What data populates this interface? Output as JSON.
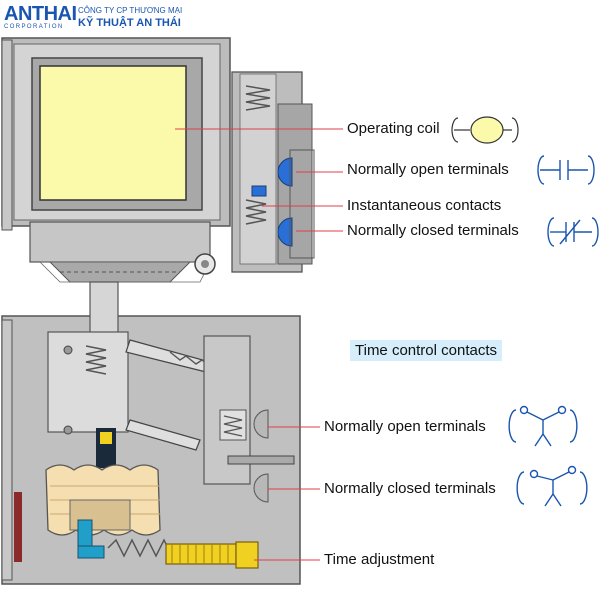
{
  "brand": {
    "logo_text": "ANTHAI",
    "corporation": "CORPORATION",
    "company_line1": "CÔNG TY CP THƯƠNG MẠI",
    "company_line2": "KỸ THUẬT AN THÁI"
  },
  "labels": {
    "operating_coil": "Operating coil",
    "no_terminals_top": "Normally open terminals",
    "instantaneous_contacts": "Instantaneous contacts",
    "nc_terminals_top": "Normally closed terminals",
    "time_control_contacts": "Time control contacts",
    "no_terminals_bottom": "Normally open terminals",
    "nc_terminals_bottom": "Normally closed terminals",
    "time_adjustment": "Time adjustment"
  },
  "colors": {
    "brand": "#1a56b0",
    "coil_fill": "#fafaaa",
    "body_gray": "#b9b9b9",
    "leader_line": "#e0404a",
    "symbol_blue": "#1a56b0",
    "contact_blue": "#2a6fd6",
    "bellows": "#f5deb0",
    "spring_yellow": "#f0d020",
    "highlight": "#d6eefc"
  },
  "icons": {
    "coil_symbol": "coil-symbol-icon",
    "no_symbol": "normally-open-contact-icon",
    "nc_symbol": "normally-closed-contact-icon",
    "timed_no_symbol": "timed-normally-open-icon",
    "timed_nc_symbol": "timed-normally-closed-icon"
  }
}
